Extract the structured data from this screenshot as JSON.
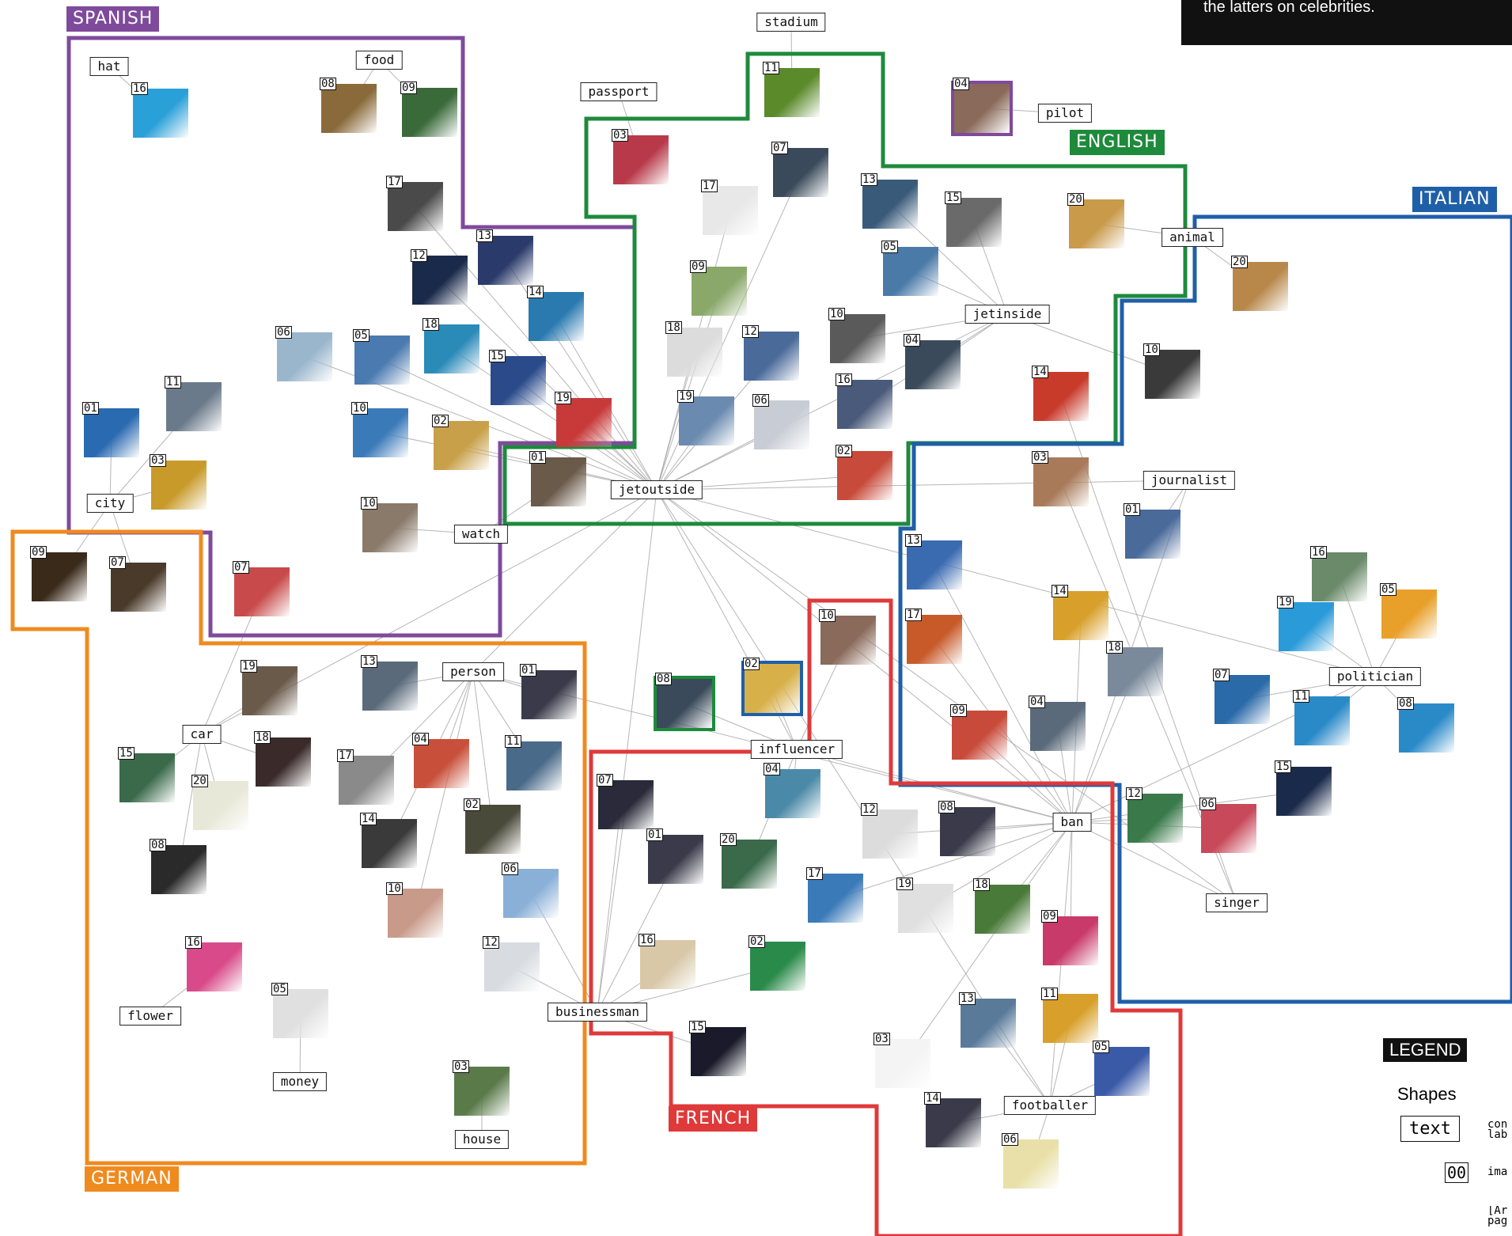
{
  "intro_text": "the latters on celebrities.",
  "legend": {
    "title": "LEGEND",
    "shapes_heading": "Shapes",
    "sample_text": "text",
    "sample_text_desc": "con\nlab",
    "sample_number": "00",
    "sample_number_desc": "ima",
    "note": "[Ar\npag"
  },
  "colors": {
    "spanish": "#7f4a9c",
    "english": "#1e8a3c",
    "italian": "#1f5fa8",
    "french": "#e0393a",
    "german": "#ef8a1f",
    "edge": "#9e9e9e"
  },
  "groups": [
    {
      "id": "spanish",
      "name": "SPANISH"
    },
    {
      "id": "english",
      "name": "ENGLISH"
    },
    {
      "id": "italian",
      "name": "ITALIAN"
    },
    {
      "id": "french",
      "name": "FRENCH"
    },
    {
      "id": "german",
      "name": "GERMAN"
    }
  ],
  "concepts": [
    {
      "id": "stadium",
      "label": "stadium"
    },
    {
      "id": "passport",
      "label": "passport"
    },
    {
      "id": "pilot",
      "label": "pilot"
    },
    {
      "id": "hat",
      "label": "hat"
    },
    {
      "id": "food",
      "label": "food"
    },
    {
      "id": "animal",
      "label": "animal"
    },
    {
      "id": "jetinside",
      "label": "jetinside"
    },
    {
      "id": "jetoutside",
      "label": "jetoutside"
    },
    {
      "id": "city",
      "label": "city"
    },
    {
      "id": "watch",
      "label": "watch"
    },
    {
      "id": "journalist",
      "label": "journalist"
    },
    {
      "id": "person",
      "label": "person"
    },
    {
      "id": "politician",
      "label": "politician"
    },
    {
      "id": "car",
      "label": "car"
    },
    {
      "id": "influencer",
      "label": "influencer"
    },
    {
      "id": "ban",
      "label": "ban"
    },
    {
      "id": "singer",
      "label": "singer"
    },
    {
      "id": "flower",
      "label": "flower"
    },
    {
      "id": "businessman",
      "label": "businessman"
    },
    {
      "id": "money",
      "label": "money"
    },
    {
      "id": "house",
      "label": "house"
    },
    {
      "id": "footballer",
      "label": "footballer"
    }
  ],
  "images": [
    {
      "num": "16",
      "lang": "spanish",
      "tone": "#2aa0d8",
      "links": [
        "hat"
      ]
    },
    {
      "num": "08",
      "lang": "spanish",
      "tone": "#8a6a3a",
      "links": [
        "food"
      ]
    },
    {
      "num": "09",
      "lang": "spanish",
      "tone": "#3a6a3a",
      "links": [
        "food"
      ]
    },
    {
      "num": "17",
      "lang": "spanish",
      "tone": "#4a4a4a",
      "links": [
        "jetoutside"
      ]
    },
    {
      "num": "13",
      "lang": "spanish",
      "tone": "#2a3a6a",
      "links": [
        "jetoutside"
      ]
    },
    {
      "num": "12",
      "lang": "spanish",
      "tone": "#1a2a4a",
      "links": [
        "jetoutside"
      ]
    },
    {
      "num": "14",
      "lang": "spanish",
      "tone": "#2a7ab0",
      "links": [
        "jetoutside"
      ]
    },
    {
      "num": "06",
      "lang": "spanish",
      "tone": "#9ab6cc",
      "links": [
        "jetoutside"
      ]
    },
    {
      "num": "05",
      "lang": "spanish",
      "tone": "#4a7ab0",
      "links": [
        "jetoutside"
      ]
    },
    {
      "num": "18",
      "lang": "spanish",
      "tone": "#2a8ab8",
      "links": [
        "jetoutside"
      ]
    },
    {
      "num": "15",
      "lang": "spanish",
      "tone": "#2a4a8a",
      "links": [
        "jetoutside"
      ]
    },
    {
      "num": "19",
      "lang": "spanish",
      "tone": "#c83a3a",
      "links": [
        "jetoutside"
      ]
    },
    {
      "num": "11",
      "lang": "spanish",
      "tone": "#6a7a8a",
      "links": [
        "city"
      ]
    },
    {
      "num": "01",
      "lang": "spanish",
      "tone": "#2a6ab0",
      "links": [
        "city"
      ]
    },
    {
      "num": "03",
      "lang": "spanish",
      "tone": "#c89a2a",
      "links": [
        "city"
      ]
    },
    {
      "num": "10",
      "lang": "spanish",
      "tone": "#3a7ab8",
      "links": [
        "jetoutside"
      ]
    },
    {
      "num": "02",
      "lang": "spanish",
      "tone": "#c8a04a",
      "links": [
        "jetoutside"
      ]
    },
    {
      "num": "10",
      "lang": "spanish",
      "tone": "#8a7a6a",
      "links": [
        "watch"
      ]
    },
    {
      "num": "07",
      "lang": "spanish",
      "tone": "#c84a4a",
      "links": [
        "car"
      ]
    },
    {
      "num": "11",
      "lang": "english",
      "tone": "#5a8a2a",
      "links": [
        "stadium"
      ]
    },
    {
      "num": "03",
      "lang": "english",
      "tone": "#b83a4a",
      "links": [
        "passport"
      ]
    },
    {
      "num": "07",
      "lang": "english",
      "tone": "#3a4a5a",
      "links": [
        "jetoutside"
      ]
    },
    {
      "num": "17",
      "lang": "english",
      "tone": "#e8e8e8",
      "links": [
        "jetoutside"
      ]
    },
    {
      "num": "13",
      "lang": "english",
      "tone": "#3a5a7a",
      "links": [
        "jetinside"
      ]
    },
    {
      "num": "15",
      "lang": "english",
      "tone": "#6a6a6a",
      "links": [
        "jetinside"
      ]
    },
    {
      "num": "04",
      "lang": "english",
      "tone": "#8a6a5a",
      "links": [
        "pilot"
      ]
    },
    {
      "num": "20",
      "lang": "english",
      "tone": "#c89a4a",
      "links": [
        "animal"
      ]
    },
    {
      "num": "05",
      "lang": "english",
      "tone": "#4a7aa8",
      "links": [
        "jetinside"
      ]
    },
    {
      "num": "09",
      "lang": "english",
      "tone": "#8aa86a",
      "links": [
        "jetoutside"
      ]
    },
    {
      "num": "18",
      "lang": "english",
      "tone": "#dcdcdc",
      "links": [
        "jetoutside"
      ]
    },
    {
      "num": "12",
      "lang": "english",
      "tone": "#4a6a9a",
      "links": [
        "jetoutside"
      ]
    },
    {
      "num": "10",
      "lang": "english",
      "tone": "#5a5a5a",
      "links": [
        "jetinside"
      ]
    },
    {
      "num": "04",
      "lang": "english",
      "tone": "#3a4a5a",
      "links": [
        "jetinside"
      ]
    },
    {
      "num": "19",
      "lang": "english",
      "tone": "#6a8ab0",
      "links": [
        "jetoutside"
      ]
    },
    {
      "num": "06",
      "lang": "english",
      "tone": "#c8ccd4",
      "links": [
        "jetoutside"
      ]
    },
    {
      "num": "16",
      "lang": "english",
      "tone": "#4a5a7a",
      "links": [
        "jetinside"
      ]
    },
    {
      "num": "02",
      "lang": "english",
      "tone": "#c84a3a",
      "links": [
        "jetoutside"
      ]
    },
    {
      "num": "01",
      "lang": "english",
      "tone": "#6a5a4a",
      "links": [
        "watch"
      ]
    },
    {
      "num": "20",
      "lang": "italian",
      "tone": "#b8884a",
      "links": [
        "animal"
      ]
    },
    {
      "num": "10",
      "lang": "italian",
      "tone": "#3a3a3a",
      "links": [
        "jetinside"
      ]
    },
    {
      "num": "14",
      "lang": "italian",
      "tone": "#c83a2a",
      "links": [
        "singer"
      ]
    },
    {
      "num": "03",
      "lang": "italian",
      "tone": "#a87a5a",
      "links": [
        "singer"
      ]
    },
    {
      "num": "01",
      "lang": "italian",
      "tone": "#4a6a9a",
      "links": [
        "journalist"
      ]
    },
    {
      "num": "13",
      "lang": "italian",
      "tone": "#3a6ab0",
      "links": [
        "ban"
      ]
    },
    {
      "num": "17",
      "lang": "italian",
      "tone": "#c85a2a",
      "links": [
        "ban"
      ]
    },
    {
      "num": "14",
      "lang": "italian",
      "tone": "#d8a02a",
      "links": [
        "ban"
      ]
    },
    {
      "num": "16",
      "lang": "italian",
      "tone": "#6a8a6a",
      "links": [
        "politician"
      ]
    },
    {
      "num": "19",
      "lang": "italian",
      "tone": "#2a9ad8",
      "links": [
        "politician"
      ]
    },
    {
      "num": "05",
      "lang": "italian",
      "tone": "#e8a02a",
      "links": [
        "politician"
      ]
    },
    {
      "num": "18",
      "lang": "italian",
      "tone": "#7a8a9a",
      "links": [
        "ban"
      ]
    },
    {
      "num": "07",
      "lang": "italian",
      "tone": "#2a6aa8",
      "links": [
        "politician"
      ]
    },
    {
      "num": "11",
      "lang": "italian",
      "tone": "#2a8ac8",
      "links": [
        "politician"
      ]
    },
    {
      "num": "08",
      "lang": "italian",
      "tone": "#2a8ac8",
      "links": [
        "politician"
      ]
    },
    {
      "num": "09",
      "lang": "italian",
      "tone": "#c84a3a",
      "links": [
        "ban"
      ]
    },
    {
      "num": "04",
      "lang": "italian",
      "tone": "#5a6a7a",
      "links": [
        "ban"
      ]
    },
    {
      "num": "12",
      "lang": "italian",
      "tone": "#3a7a4a",
      "links": [
        "ban"
      ]
    },
    {
      "num": "06",
      "lang": "italian",
      "tone": "#c84a5a",
      "links": [
        "ban"
      ]
    },
    {
      "num": "15",
      "lang": "italian",
      "tone": "#1a2a4a",
      "links": [
        "ban"
      ]
    },
    {
      "num": "08",
      "lang": "english",
      "tone": "#3a4a5a",
      "links": [
        "influencer"
      ]
    },
    {
      "num": "02",
      "lang": "italian",
      "tone": "#d8b04a",
      "links": [
        "influencer"
      ]
    },
    {
      "num": "10",
      "lang": "french",
      "tone": "#8a6a5a",
      "links": [
        "influencer"
      ]
    },
    {
      "num": "07",
      "lang": "french",
      "tone": "#2a2a3a",
      "links": [
        "businessman"
      ]
    },
    {
      "num": "04",
      "lang": "french",
      "tone": "#4a8aa8",
      "links": [
        "influencer"
      ]
    },
    {
      "num": "01",
      "lang": "french",
      "tone": "#3a3a4a",
      "links": [
        "businessman"
      ]
    },
    {
      "num": "20",
      "lang": "french",
      "tone": "#3a6a4a",
      "links": [
        "influencer"
      ]
    },
    {
      "num": "12",
      "lang": "french",
      "tone": "#dcdcdc",
      "links": [
        "ban"
      ]
    },
    {
      "num": "08",
      "lang": "french",
      "tone": "#3a3a4a",
      "links": [
        "ban"
      ]
    },
    {
      "num": "17",
      "lang": "french",
      "tone": "#3a7ab8",
      "links": [
        "ban"
      ]
    },
    {
      "num": "19",
      "lang": "french",
      "tone": "#e0e0e0",
      "links": [
        "ban"
      ]
    },
    {
      "num": "18",
      "lang": "french",
      "tone": "#4a7a3a",
      "links": [
        "ban"
      ]
    },
    {
      "num": "16",
      "lang": "french",
      "tone": "#d8c8a8",
      "links": [
        "businessman"
      ]
    },
    {
      "num": "02",
      "lang": "french",
      "tone": "#2a8a4a",
      "links": [
        "businessman"
      ]
    },
    {
      "num": "15",
      "lang": "french",
      "tone": "#1a1a2a",
      "links": [
        "businessman"
      ]
    },
    {
      "num": "09",
      "lang": "french",
      "tone": "#c83a6a",
      "links": [
        "ban"
      ]
    },
    {
      "num": "13",
      "lang": "french",
      "tone": "#5a7a9a",
      "links": [
        "footballer"
      ]
    },
    {
      "num": "11",
      "lang": "french",
      "tone": "#d8a02a",
      "links": [
        "footballer"
      ]
    },
    {
      "num": "03",
      "lang": "french",
      "tone": "#f4f4f4",
      "links": [
        "ban"
      ]
    },
    {
      "num": "05",
      "lang": "french",
      "tone": "#3a5aa8",
      "links": [
        "footballer"
      ]
    },
    {
      "num": "14",
      "lang": "french",
      "tone": "#3a3a4a",
      "links": [
        "footballer"
      ]
    },
    {
      "num": "06",
      "lang": "french",
      "tone": "#e8e0a8",
      "links": [
        "footballer"
      ]
    },
    {
      "num": "09",
      "lang": "german",
      "tone": "#3a2a1a",
      "links": [
        "city"
      ]
    },
    {
      "num": "07",
      "lang": "german",
      "tone": "#4a3a2a",
      "links": [
        "city"
      ]
    },
    {
      "num": "19",
      "lang": "german",
      "tone": "#6a5a4a",
      "links": [
        "car"
      ]
    },
    {
      "num": "13",
      "lang": "german",
      "tone": "#5a6a7a",
      "links": [
        "person"
      ]
    },
    {
      "num": "01",
      "lang": "german",
      "tone": "#3a3a4a",
      "links": [
        "person"
      ]
    },
    {
      "num": "15",
      "lang": "german",
      "tone": "#3a6a4a",
      "links": [
        "car"
      ]
    },
    {
      "num": "18",
      "lang": "german",
      "tone": "#3a2a2a",
      "links": [
        "car"
      ]
    },
    {
      "num": "17",
      "lang": "german",
      "tone": "#8a8a8a",
      "links": [
        "person"
      ]
    },
    {
      "num": "04",
      "lang": "german",
      "tone": "#c8503a",
      "links": [
        "person"
      ]
    },
    {
      "num": "11",
      "lang": "german",
      "tone": "#4a6a8a",
      "links": [
        "person"
      ]
    },
    {
      "num": "20",
      "lang": "german",
      "tone": "#e8e8d8",
      "links": [
        "car"
      ]
    },
    {
      "num": "14",
      "lang": "german",
      "tone": "#3a3a3a",
      "links": [
        "person"
      ]
    },
    {
      "num": "02",
      "lang": "german",
      "tone": "#4a4a3a",
      "links": [
        "person"
      ]
    },
    {
      "num": "08",
      "lang": "german",
      "tone": "#2a2a2a",
      "links": [
        "car"
      ]
    },
    {
      "num": "10",
      "lang": "german",
      "tone": "#c89a8a",
      "links": [
        "person"
      ]
    },
    {
      "num": "06",
      "lang": "german",
      "tone": "#8ab0d8",
      "links": [
        "businessman"
      ]
    },
    {
      "num": "16",
      "lang": "german",
      "tone": "#d84a8a",
      "links": [
        "flower"
      ]
    },
    {
      "num": "05",
      "lang": "german",
      "tone": "#e0e0e0",
      "links": [
        "money"
      ]
    },
    {
      "num": "12",
      "lang": "german",
      "tone": "#d8dce0",
      "links": [
        "businessman"
      ]
    },
    {
      "num": "03",
      "lang": "german",
      "tone": "#5a7a4a",
      "links": [
        "house"
      ]
    }
  ]
}
